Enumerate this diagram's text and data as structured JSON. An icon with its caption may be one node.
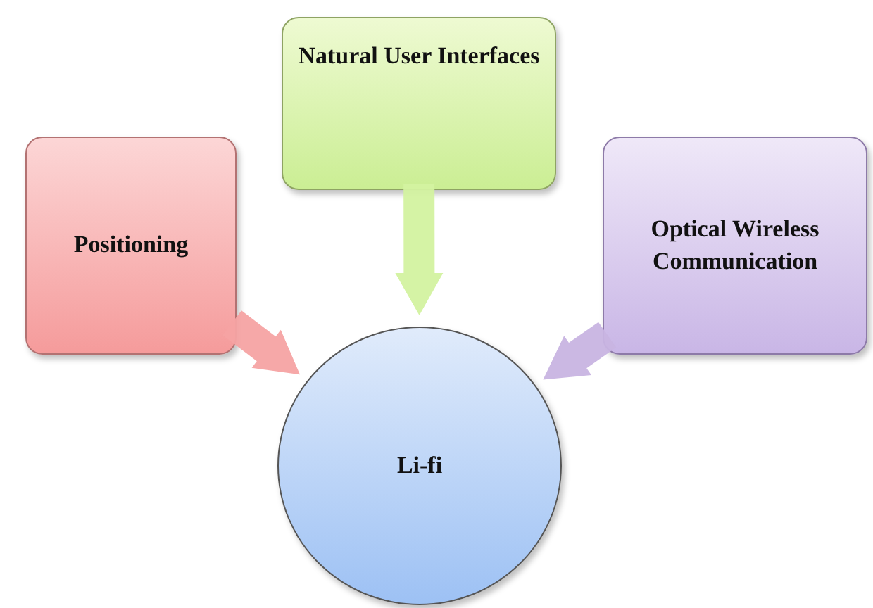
{
  "diagram": {
    "nodes": [
      {
        "text": [
          "Positioning"
        ]
      },
      {
        "text": [
          "Natural User Interfaces"
        ]
      },
      {
        "text": [
          "Optical Wireless Communication"
        ]
      },
      {
        "text": [
          "Li-fi"
        ]
      }
    ],
    "edges": [
      {
        "from": 0,
        "to": 3,
        "arrow": "to",
        "style": "thick",
        "color": "#f5a3a3"
      },
      {
        "from": 1,
        "to": 3,
        "arrow": "to",
        "style": "thick",
        "color": "#d3f2a0"
      },
      {
        "from": 2,
        "to": 3,
        "arrow": "to",
        "style": "thick",
        "color": "#c8b4e2"
      }
    ]
  }
}
